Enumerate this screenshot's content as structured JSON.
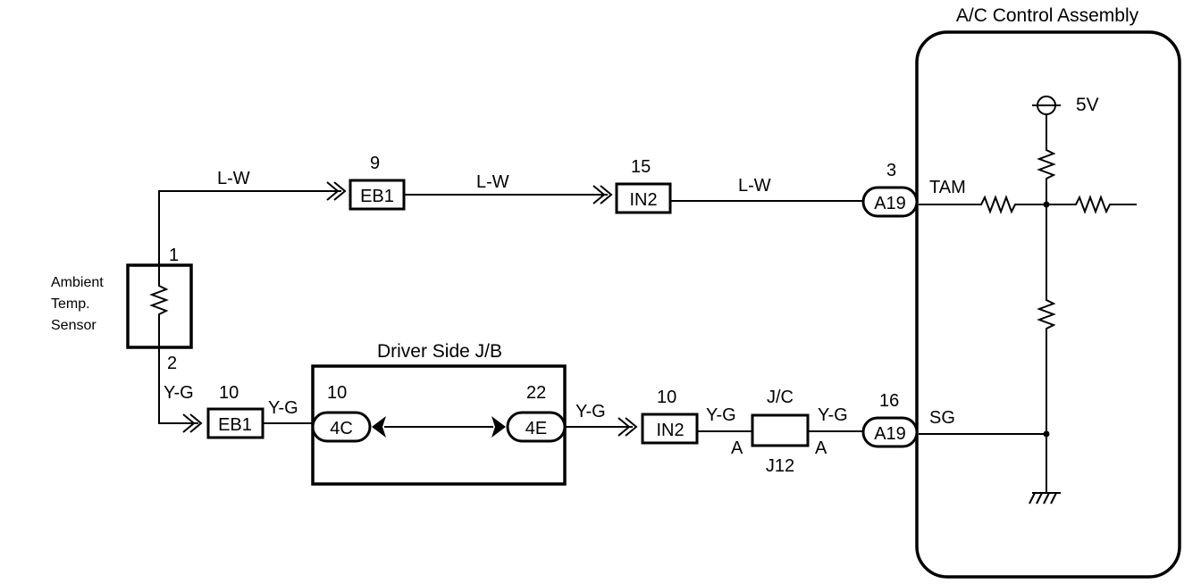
{
  "assembly": {
    "title": "A/C Control Assembly",
    "supply": "5V",
    "tam": "TAM",
    "sg": "SG"
  },
  "sensor": {
    "label_line1": "Ambient",
    "label_line2": "Temp.",
    "label_line3": "Sensor",
    "pin1": "1",
    "pin2": "2"
  },
  "top_wire": {
    "color1": "L-W",
    "color2": "L-W",
    "color3": "L-W",
    "eb1_pin": "9",
    "eb1": "EB1",
    "in2_pin": "15",
    "in2": "IN2",
    "a19_pin": "3",
    "a19": "A19"
  },
  "bottom_wire": {
    "color_left": "Y-G",
    "eb1_pin": "10",
    "eb1": "EB1",
    "color_after_eb1": "Y-G",
    "jb_title": "Driver Side J/B",
    "c4_pin": "10",
    "c4": "4C",
    "e4_pin": "22",
    "e4": "4E",
    "color_after_jb": "Y-G",
    "in2_pin": "10",
    "in2": "IN2",
    "color_after_in2": "Y-G",
    "jc_label": "J/C",
    "jc_left": "A",
    "jc_right": "A",
    "jc_id": "J12",
    "color_after_jc": "Y-G",
    "a19_pin": "16",
    "a19": "A19"
  }
}
